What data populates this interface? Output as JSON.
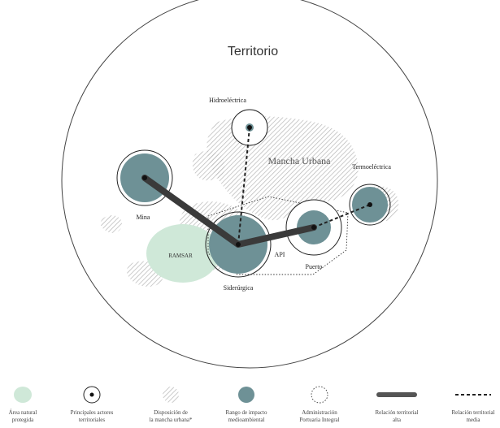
{
  "diagram": {
    "title": "Territorio",
    "urban_label": "Mancha Urbana",
    "nodes": {
      "hidroelectrica": "Hidroeléctrica",
      "termoelectrica": "Termoeléctrica",
      "mina": "Mina",
      "siderurgica": "Siderúrgica",
      "puerto": "Puerto",
      "api": "API",
      "ramsar": "RAMSAR"
    }
  },
  "legend": [
    {
      "line1": "Área natural",
      "line2": "protegida"
    },
    {
      "line1": "Principales actores",
      "line2": "territoriales"
    },
    {
      "line1": "Disposición de",
      "line2": "la mancha urbana*"
    },
    {
      "line1": "Rango de impacto",
      "line2": "medioambiental"
    },
    {
      "line1": "Administración",
      "line2": "Portuaria Integral"
    },
    {
      "line1": "Relación territorial",
      "line2": "alta"
    },
    {
      "line1": "Relación territorial",
      "line2": "media"
    }
  ],
  "colors": {
    "protected_area": "#cfe8d8",
    "impact_range": "#6e9196",
    "hatch": "#b0b0b0",
    "strong_relation": "#3a3a3a"
  }
}
